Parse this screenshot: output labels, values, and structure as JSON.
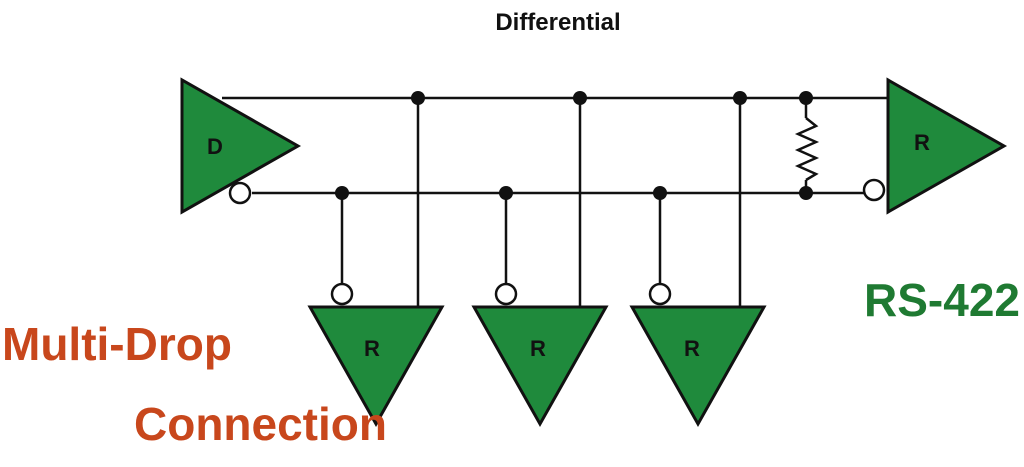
{
  "diagram": {
    "title": "Differential",
    "driver_label": "D",
    "receiver_label": "R",
    "standard_label": "RS-422",
    "topology_line1": "Multi-Drop",
    "topology_line2": "Connection"
  },
  "colors": {
    "buffer_fill": "#1f8a3c",
    "standard_text": "#1f7a32",
    "topology_text": "#c8471c",
    "line": "#111111"
  },
  "icons": {
    "driver": "driver-triangle-icon",
    "receiver": "receiver-triangle-icon",
    "terminator": "resistor-icon",
    "junction": "junction-dot-icon",
    "inversion": "inversion-bubble-icon"
  }
}
